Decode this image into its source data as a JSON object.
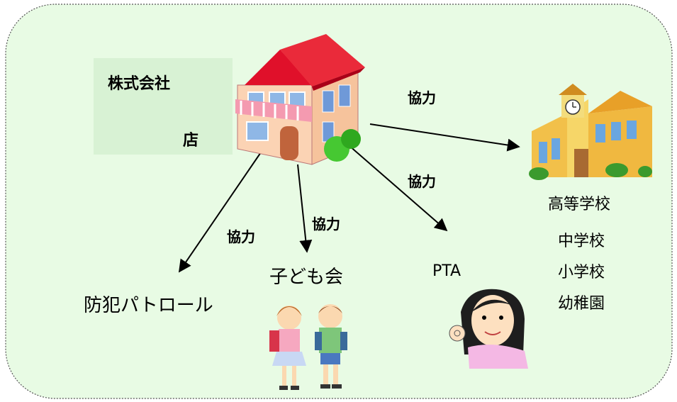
{
  "company": {
    "line1": "株式会社",
    "line2": "店"
  },
  "cooperation_label": "協力",
  "targets": {
    "patrol": "防犯パトロール",
    "kids_club": "子ども会",
    "pta": "PTA",
    "schools": [
      "高等学校",
      "中学校",
      "小学校",
      "幼稚園"
    ]
  },
  "colors": {
    "background_panel": "#e8fbe4",
    "company_box": "#d8f2d4",
    "border": "#555555"
  }
}
